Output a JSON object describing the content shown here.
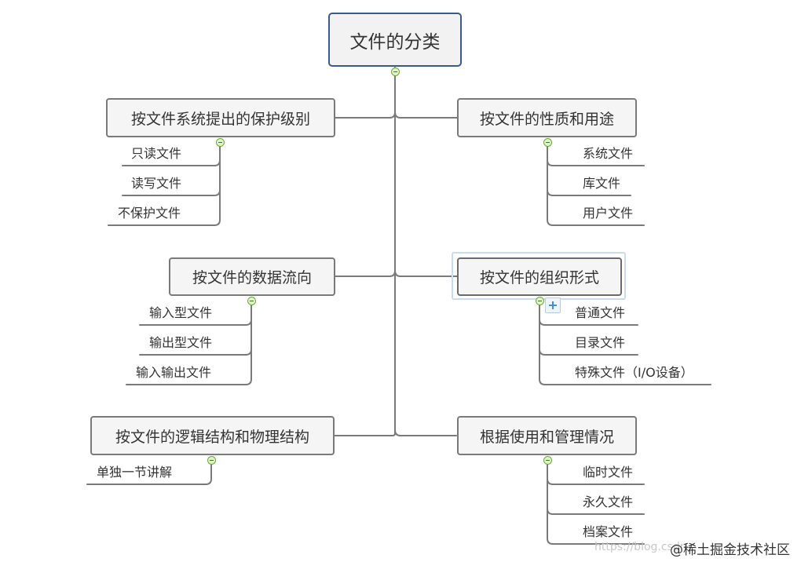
{
  "root": {
    "label": "文件的分类"
  },
  "branches": [
    {
      "label": "按文件系统提出的保护级别",
      "children": [
        "只读文件",
        "读写文件",
        "不保护文件"
      ]
    },
    {
      "label": "按文件的性质和用途",
      "children": [
        "系统文件",
        "库文件",
        "用户文件"
      ]
    },
    {
      "label": "按文件的数据流向",
      "children": [
        "输入型文件",
        "输出型文件",
        "输入输出文件"
      ]
    },
    {
      "label": "按文件的组织形式",
      "children": [
        "普通文件",
        "目录文件",
        "特殊文件（I/O设备）"
      ]
    },
    {
      "label": "按文件的逻辑结构和物理结构",
      "children": [
        "单独一节讲解"
      ]
    },
    {
      "label": "根据使用和管理情况",
      "children": [
        "临时文件",
        "永久文件",
        "档案文件"
      ]
    }
  ],
  "watermark": {
    "faint": "https://blog.csdn",
    "text": "@稀土掘金技术社区"
  },
  "colors": {
    "root_border": "#3b5a8a",
    "node_border": "#7a7a7a",
    "toggle_fill": "#dff5c8",
    "selection": "#c7dcef"
  },
  "icons": {
    "collapse": "minus-circle-icon",
    "add": "plus-icon"
  }
}
